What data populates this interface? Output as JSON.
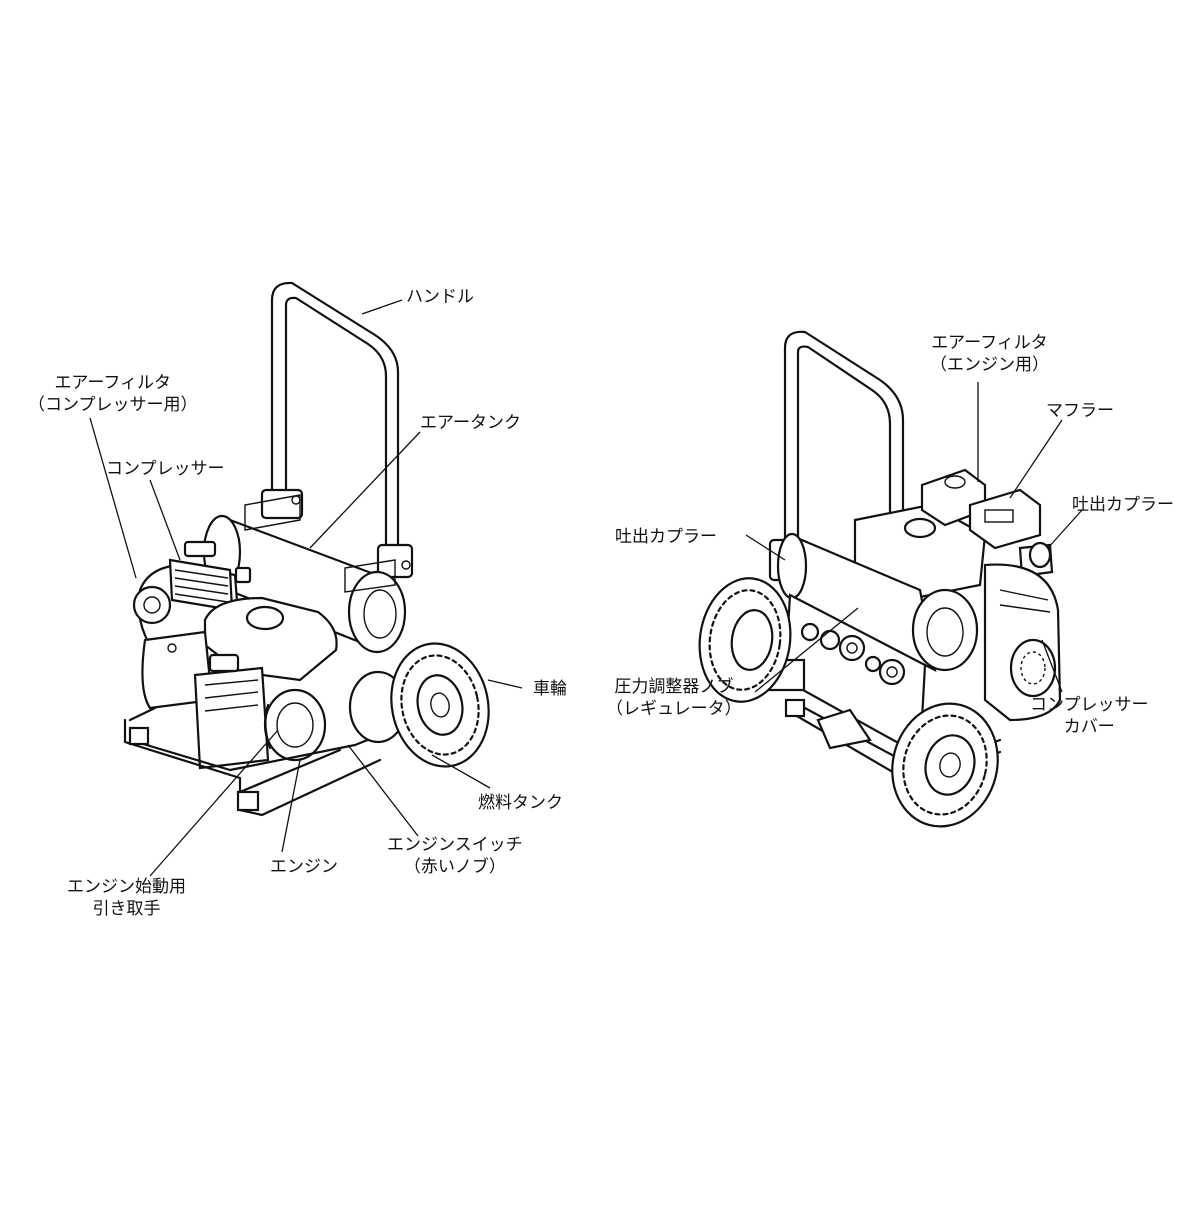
{
  "left_view": {
    "handle": "ハンドル",
    "air_filter_compressor": [
      "エアーフィルタ",
      "（コンプレッサー用）"
    ],
    "air_tank": "エアータンク",
    "compressor": "コンプレッサー",
    "wheel": "車輪",
    "fuel_tank": "燃料タンク",
    "engine_switch": [
      "エンジンスイッチ",
      "（赤いノブ）"
    ],
    "engine": "エンジン",
    "starter_pull": [
      "エンジン始動用",
      "引き取手"
    ]
  },
  "right_view": {
    "air_filter_engine": [
      "エアーフィルタ",
      "（エンジン用）"
    ],
    "muffler": "マフラー",
    "outlet_coupler_right": "吐出カプラー",
    "outlet_coupler_left": "吐出カプラー",
    "regulator": [
      "圧力調整器ノブ",
      "（レギュレータ）"
    ],
    "compressor_cover": [
      "コンプレッサー",
      "カバー"
    ]
  }
}
